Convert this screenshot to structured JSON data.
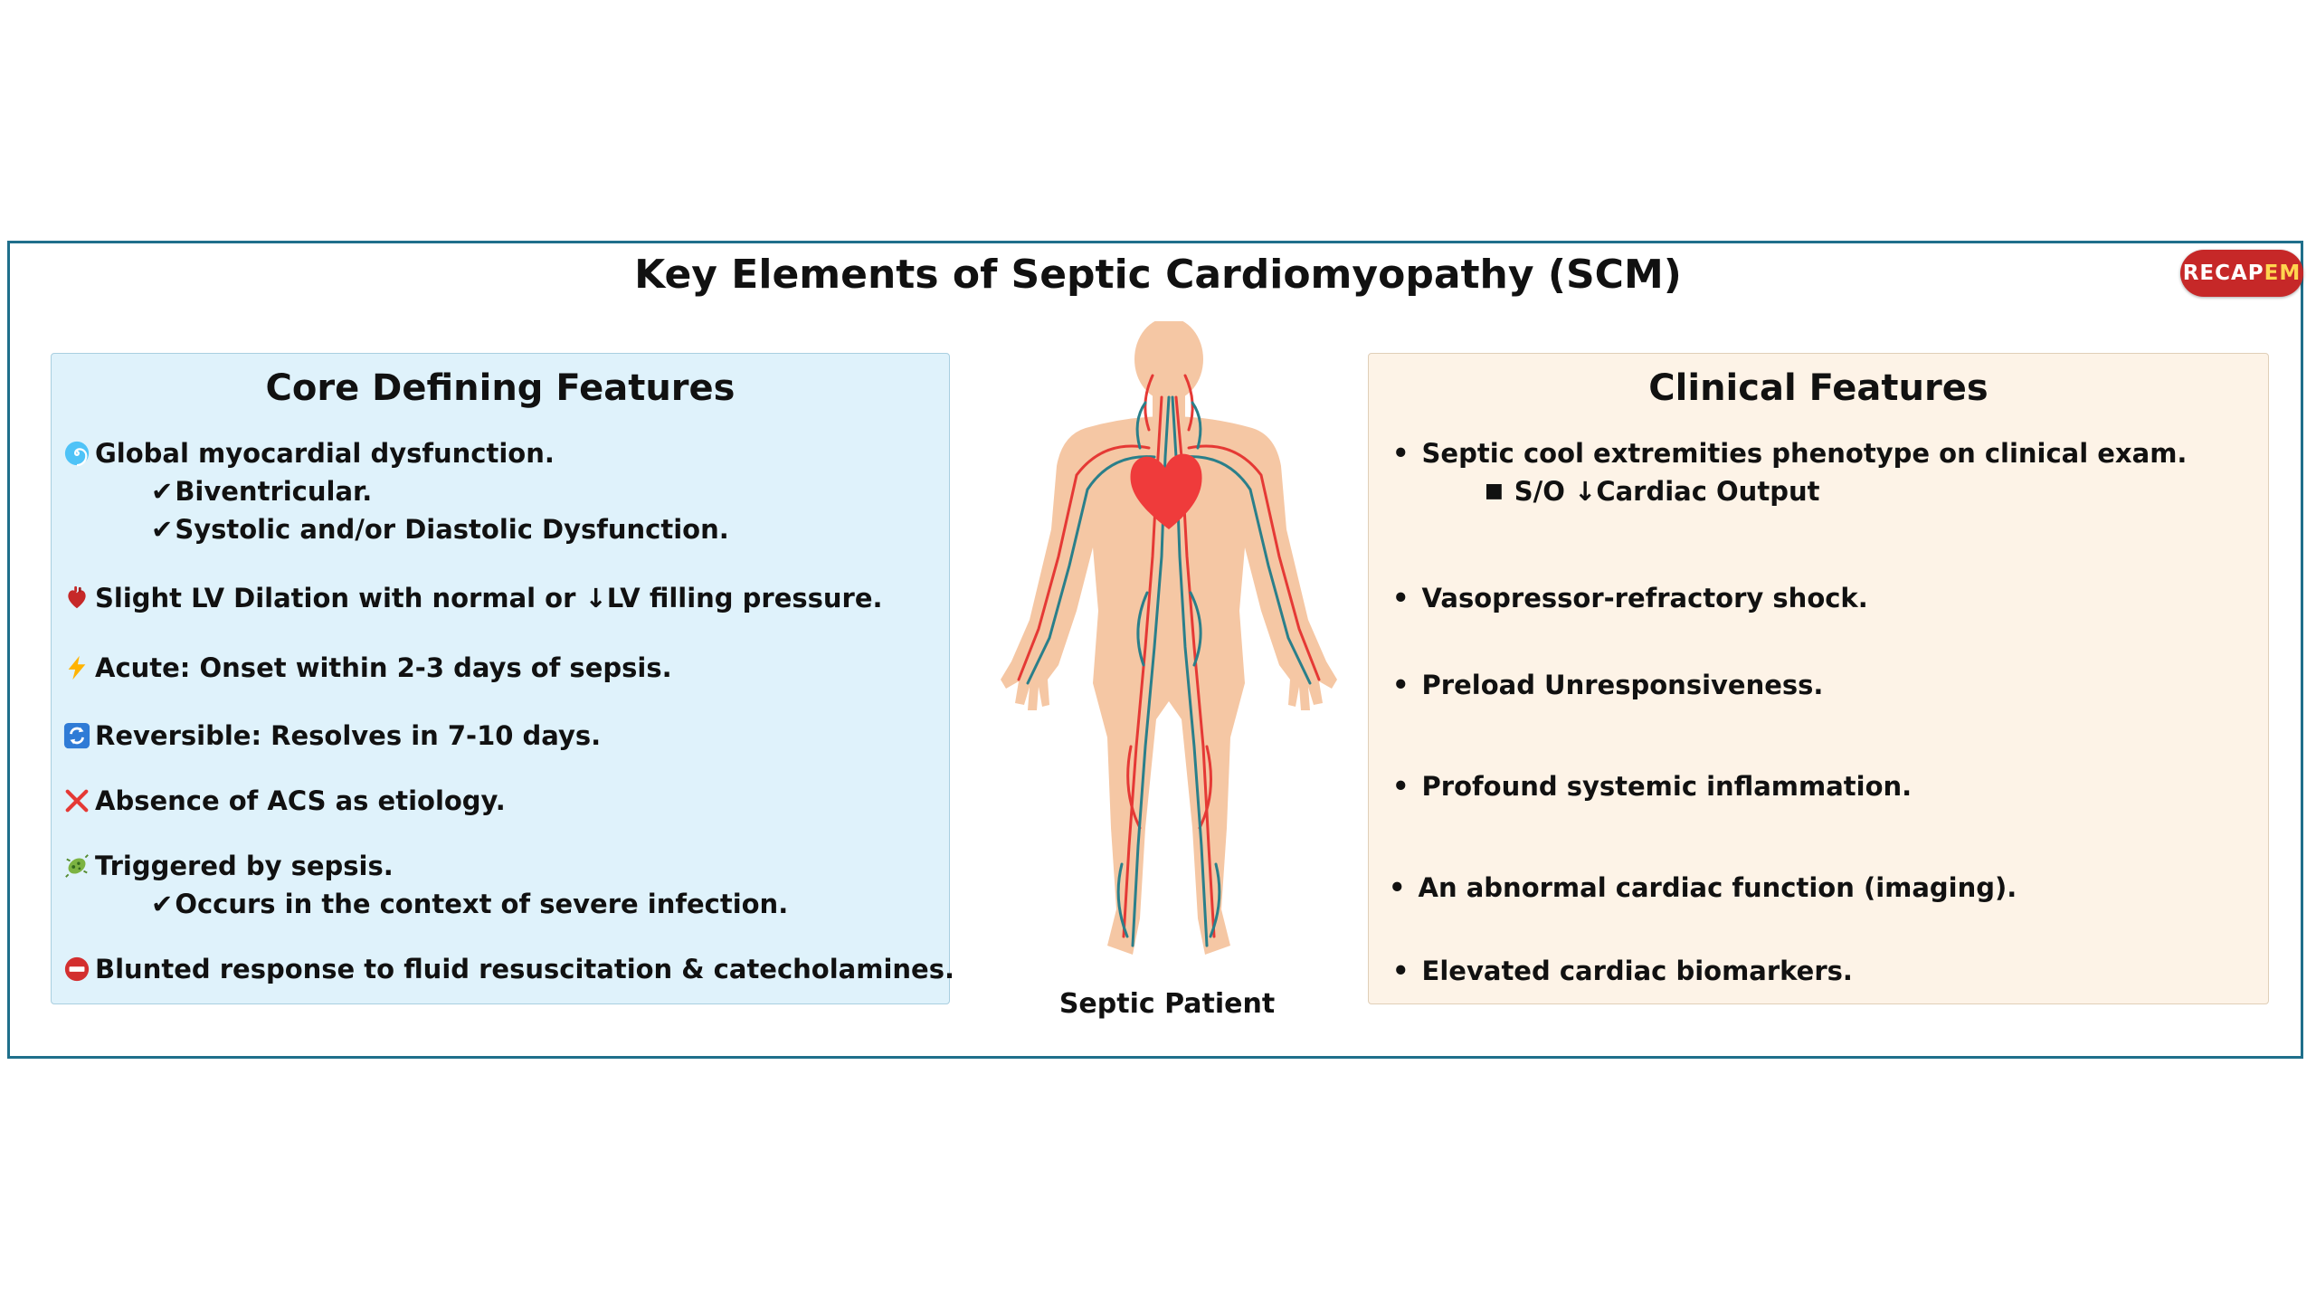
{
  "title": "Key Elements of Septic Cardiomyopathy (SCM)",
  "logo": {
    "text_main": "RECAP",
    "text_accent": "EM",
    "color": "#c62828"
  },
  "left_panel": {
    "title": "Core Defining Features",
    "items": [
      {
        "icon": "spiral-icon",
        "text": "Global myocardial dysfunction."
      },
      {
        "icon": "check-icon",
        "text": "Biventricular."
      },
      {
        "icon": "check-icon",
        "text": "Systolic and/or Diastolic Dysfunction."
      },
      {
        "icon": "heart-icon",
        "text": "Slight LV Dilation with normal or ↓LV filling pressure."
      },
      {
        "icon": "lightning-icon",
        "text": "Acute: Onset within 2-3 days of sepsis."
      },
      {
        "icon": "refresh-icon",
        "text": "Reversible: Resolves in 7-10 days."
      },
      {
        "icon": "cross-icon",
        "text": "Absence of ACS as etiology."
      },
      {
        "icon": "microbe-icon",
        "text": "Triggered by sepsis."
      },
      {
        "icon": "check-icon",
        "text": "Occurs in the context of severe infection."
      },
      {
        "icon": "no-entry-icon",
        "text": "Blunted response to fluid resuscitation & catecholamines."
      }
    ]
  },
  "right_panel": {
    "title": "Clinical  Features",
    "items": [
      {
        "text": "Septic cool extremities phenotype on clinical exam."
      },
      {
        "text": "S/O ↓Cardiac Output"
      },
      {
        "text": "Vasopressor-refractory shock."
      },
      {
        "text": "Preload Unresponsiveness."
      },
      {
        "text": "Profound systemic inflammation."
      },
      {
        "text": "An abnormal cardiac function (imaging)."
      },
      {
        "text": "Elevated cardiac biomarkers."
      }
    ]
  },
  "figure": {
    "caption": "Septic Patient"
  },
  "colors": {
    "frame": "#1f6f8b",
    "left_bg": "#dff2fb",
    "right_bg": "#fdf3e7",
    "skin": "#f5c7a4",
    "artery": "#e53935",
    "vein": "#2a7f8a",
    "heart": "#ef3b3b"
  }
}
